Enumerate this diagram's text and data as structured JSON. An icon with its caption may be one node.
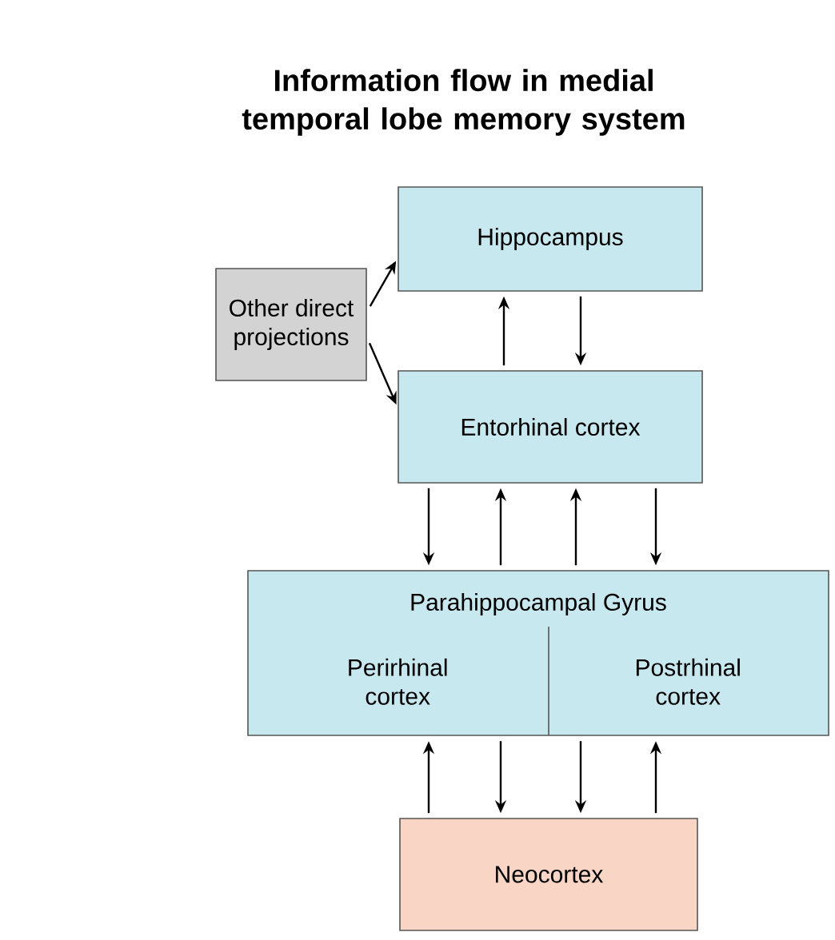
{
  "diagram": {
    "title": "Information flow in medial temporal lobe memory system",
    "nodes": [
      {
        "text": [
          "Hippocampus"
        ]
      },
      {
        "text": [
          "Other direct projections"
        ]
      },
      {
        "text": [
          "Entorhinal cortex"
        ]
      },
      {
        "text": [
          "Parahippocampal Gyrus"
        ]
      },
      {
        "text": [
          "Perirhinal cortex"
        ],
        "in": 3
      },
      {
        "text": [
          "Postrhinal cortex"
        ],
        "in": 3
      },
      {
        "text": [
          "Neocortex"
        ]
      }
    ],
    "edges": [
      {
        "from": 1,
        "to": 0,
        "arrow": "to"
      },
      {
        "from": 1,
        "to": 2,
        "arrow": "to"
      },
      {
        "from": 2,
        "to": 0,
        "arrow": "to"
      },
      {
        "from": 0,
        "to": 2,
        "arrow": "to"
      },
      {
        "from": 2,
        "to": 3,
        "arrow": "to"
      },
      {
        "from": 3,
        "to": 2,
        "arrow": "to"
      },
      {
        "from": 3,
        "to": 2,
        "arrow": "to"
      },
      {
        "from": 2,
        "to": 3,
        "arrow": "to"
      },
      {
        "from": 6,
        "to": 4,
        "arrow": "to"
      },
      {
        "from": 4,
        "to": 6,
        "arrow": "to"
      },
      {
        "from": 5,
        "to": 6,
        "arrow": "to"
      },
      {
        "from": 6,
        "to": 5,
        "arrow": "to"
      }
    ]
  }
}
